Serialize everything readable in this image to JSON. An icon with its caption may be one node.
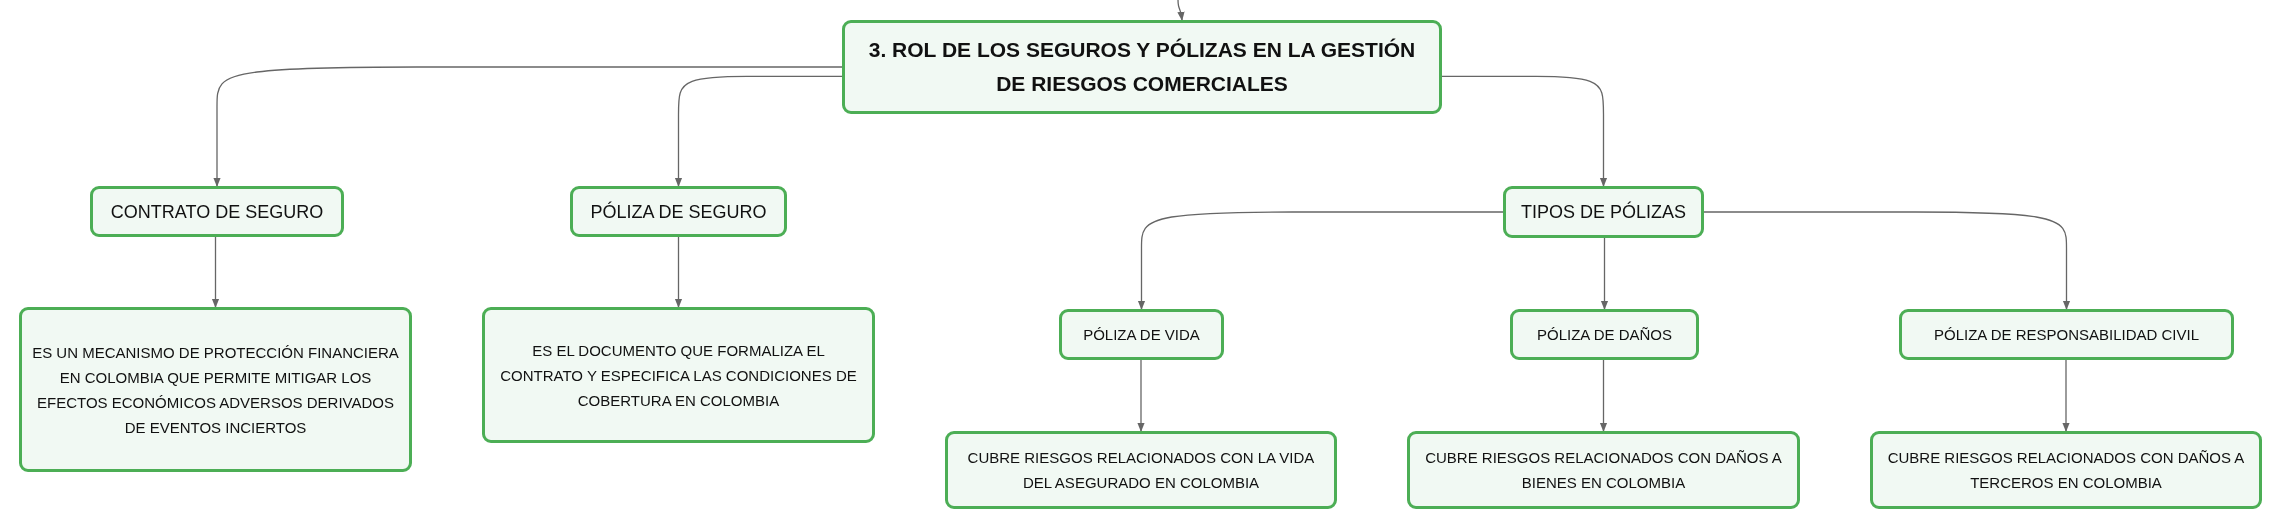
{
  "diagram": {
    "nodes": [
      {
        "text": [
          "3. ROL DE LOS SEGUROS Y PÓLIZAS EN LA GESTIÓN DE RIESGOS COMERCIALES"
        ]
      },
      {
        "text": [
          "CONTRATO DE SEGURO"
        ]
      },
      {
        "text": [
          "PÓLIZA DE SEGURO"
        ]
      },
      {
        "text": [
          "TIPOS DE PÓLIZAS"
        ]
      },
      {
        "text": [
          "ES UN MECANISMO DE PROTECCIÓN FINANCIERA EN COLOMBIA QUE PERMITE MITIGAR LOS EFECTOS ECONÓMICOS ADVERSOS DERIVADOS DE EVENTOS INCIERTOS"
        ]
      },
      {
        "text": [
          "ES EL DOCUMENTO QUE FORMALIZA EL CONTRATO Y ESPECIFICA LAS CONDICIONES DE COBERTURA EN COLOMBIA"
        ]
      },
      {
        "text": [
          "PÓLIZA DE VIDA"
        ]
      },
      {
        "text": [
          "PÓLIZA DE DAÑOS"
        ]
      },
      {
        "text": [
          "PÓLIZA DE RESPONSABILIDAD CIVIL"
        ]
      },
      {
        "text": [
          "CUBRE RIESGOS RELACIONADOS CON LA VIDA DEL ASEGURADO EN COLOMBIA"
        ]
      },
      {
        "text": [
          "CUBRE RIESGOS RELACIONADOS CON DAÑOS A BIENES EN COLOMBIA"
        ]
      },
      {
        "text": [
          "CUBRE RIESGOS RELACIONADOS CON DAÑOS A TERCEROS EN COLOMBIA"
        ]
      }
    ],
    "edges": [
      {
        "from": null,
        "to": 0,
        "arrow": "to"
      },
      {
        "from": 0,
        "to": 1,
        "arrow": "to"
      },
      {
        "from": 0,
        "to": 2,
        "arrow": "to"
      },
      {
        "from": 0,
        "to": 3,
        "arrow": "to"
      },
      {
        "from": 1,
        "to": 4,
        "arrow": "to"
      },
      {
        "from": 2,
        "to": 5,
        "arrow": "to"
      },
      {
        "from": 3,
        "to": 6,
        "arrow": "to"
      },
      {
        "from": 3,
        "to": 7,
        "arrow": "to"
      },
      {
        "from": 3,
        "to": 8,
        "arrow": "to"
      },
      {
        "from": 6,
        "to": 9,
        "arrow": "to"
      },
      {
        "from": 7,
        "to": 10,
        "arrow": "to"
      },
      {
        "from": 8,
        "to": 11,
        "arrow": "to"
      }
    ]
  }
}
